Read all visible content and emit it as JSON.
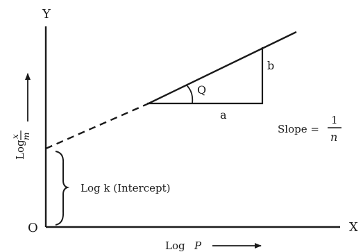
{
  "axes": {
    "origin_label": "O",
    "x_axis_label": "X",
    "y_axis_label": "Y",
    "x_quantity": {
      "prefix": "Log",
      "variable": "P"
    },
    "y_quantity": {
      "prefix": "Log",
      "numerator": "x",
      "denominator": "m"
    }
  },
  "triangle": {
    "angle_label": "Q",
    "base_label": "a",
    "height_label": "b"
  },
  "slope": {
    "label": "Slope =",
    "numerator": "1",
    "denominator": "n"
  },
  "intercept": {
    "label": "Log k (Intercept)"
  },
  "colors": {
    "ink": "#1a1a1a",
    "background": "#ffffff"
  }
}
